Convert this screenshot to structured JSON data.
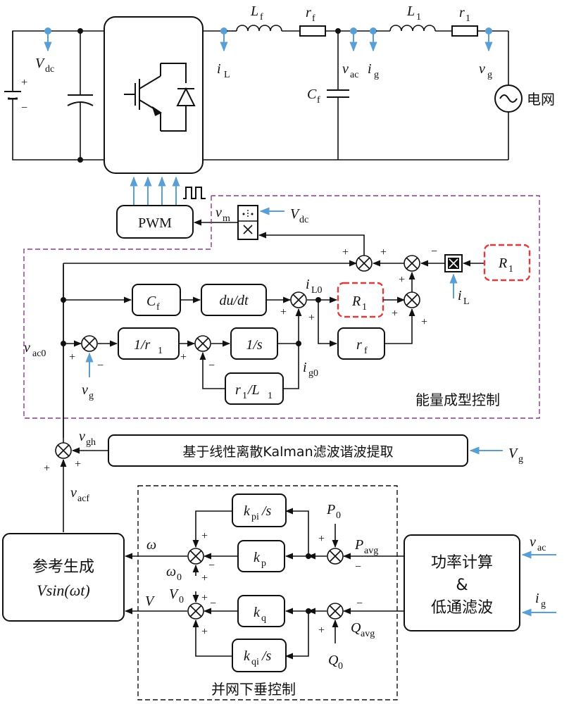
{
  "circuit": {
    "vdc": "V",
    "vdc_sub": "dc",
    "lf": "L",
    "lf_sub": "f",
    "rf": "r",
    "rf_sub": "f",
    "l1": "L",
    "l1_sub": "1",
    "r1": "r",
    "r1_sub": "1",
    "il": "i",
    "il_sub": "L",
    "vac": "v",
    "vac_sub": "ac",
    "ig": "i",
    "ig_sub": "g",
    "vg": "v",
    "vg_sub": "g",
    "cf": "C",
    "cf_sub": "f",
    "grid": "电网",
    "plus": "+",
    "minus": "−"
  },
  "pwm": {
    "label": "PWM",
    "vm": "v",
    "vm_sub": "m",
    "vdc": "V",
    "vdc_sub": "dc"
  },
  "energy": {
    "title": "能量成型控制",
    "r1_box": "R",
    "r1_box_sub": "1",
    "cf_box": "C",
    "cf_box_sub": "f",
    "ddt_box": "du/dt",
    "il0": "i",
    "il0_sub": "L0",
    "r1_box2": "R",
    "r1_box2_sub": "1",
    "inv_r1": "1/r",
    "inv_r1_sub": "1",
    "inv_s": "1/s",
    "rf_box": "r",
    "rf_box_sub": "f",
    "r1_l1": "r",
    "r1_l1_mid": "/L",
    "r1_l1_sub": "1",
    "ig0": "i",
    "ig0_sub": "g0",
    "vac0": "v",
    "vac0_sub": "ac0",
    "vg": "v",
    "vg_sub": "g",
    "il_in": "i",
    "il_in_sub": "L"
  },
  "kalman": {
    "label": "基于线性离散Kalman滤波谐波提取",
    "vgh": "v",
    "vgh_sub": "gh",
    "Vg": "V",
    "Vg_sub": "g",
    "vacf": "v",
    "vacf_sub": "acf"
  },
  "droop": {
    "title": "并网下垂控制",
    "kpi": "k",
    "kpi_sub": "pi",
    "kpi_tail": "/s",
    "kp": "k",
    "kp_sub": "p",
    "kq": "k",
    "kq_sub": "q",
    "kqi": "k",
    "kqi_sub": "qi",
    "kqi_tail": "/s",
    "p0": "P",
    "p0_sub": "0",
    "q0": "Q",
    "q0_sub": "0",
    "pavg": "P",
    "pavg_sub": "avg",
    "qavg": "Q",
    "qavg_sub": "avg",
    "omega": "ω",
    "omega0": "ω",
    "omega0_sub": "0",
    "V": "V",
    "V0": "V",
    "V0_sub": "0"
  },
  "ref_gen": {
    "line1": "参考生成",
    "line2": "Vsin(ωt)"
  },
  "power_calc": {
    "line1": "功率计算",
    "line2": "&",
    "line3": "低通滤波",
    "vac": "v",
    "vac_sub": "ac",
    "ig": "i",
    "ig_sub": "g"
  }
}
